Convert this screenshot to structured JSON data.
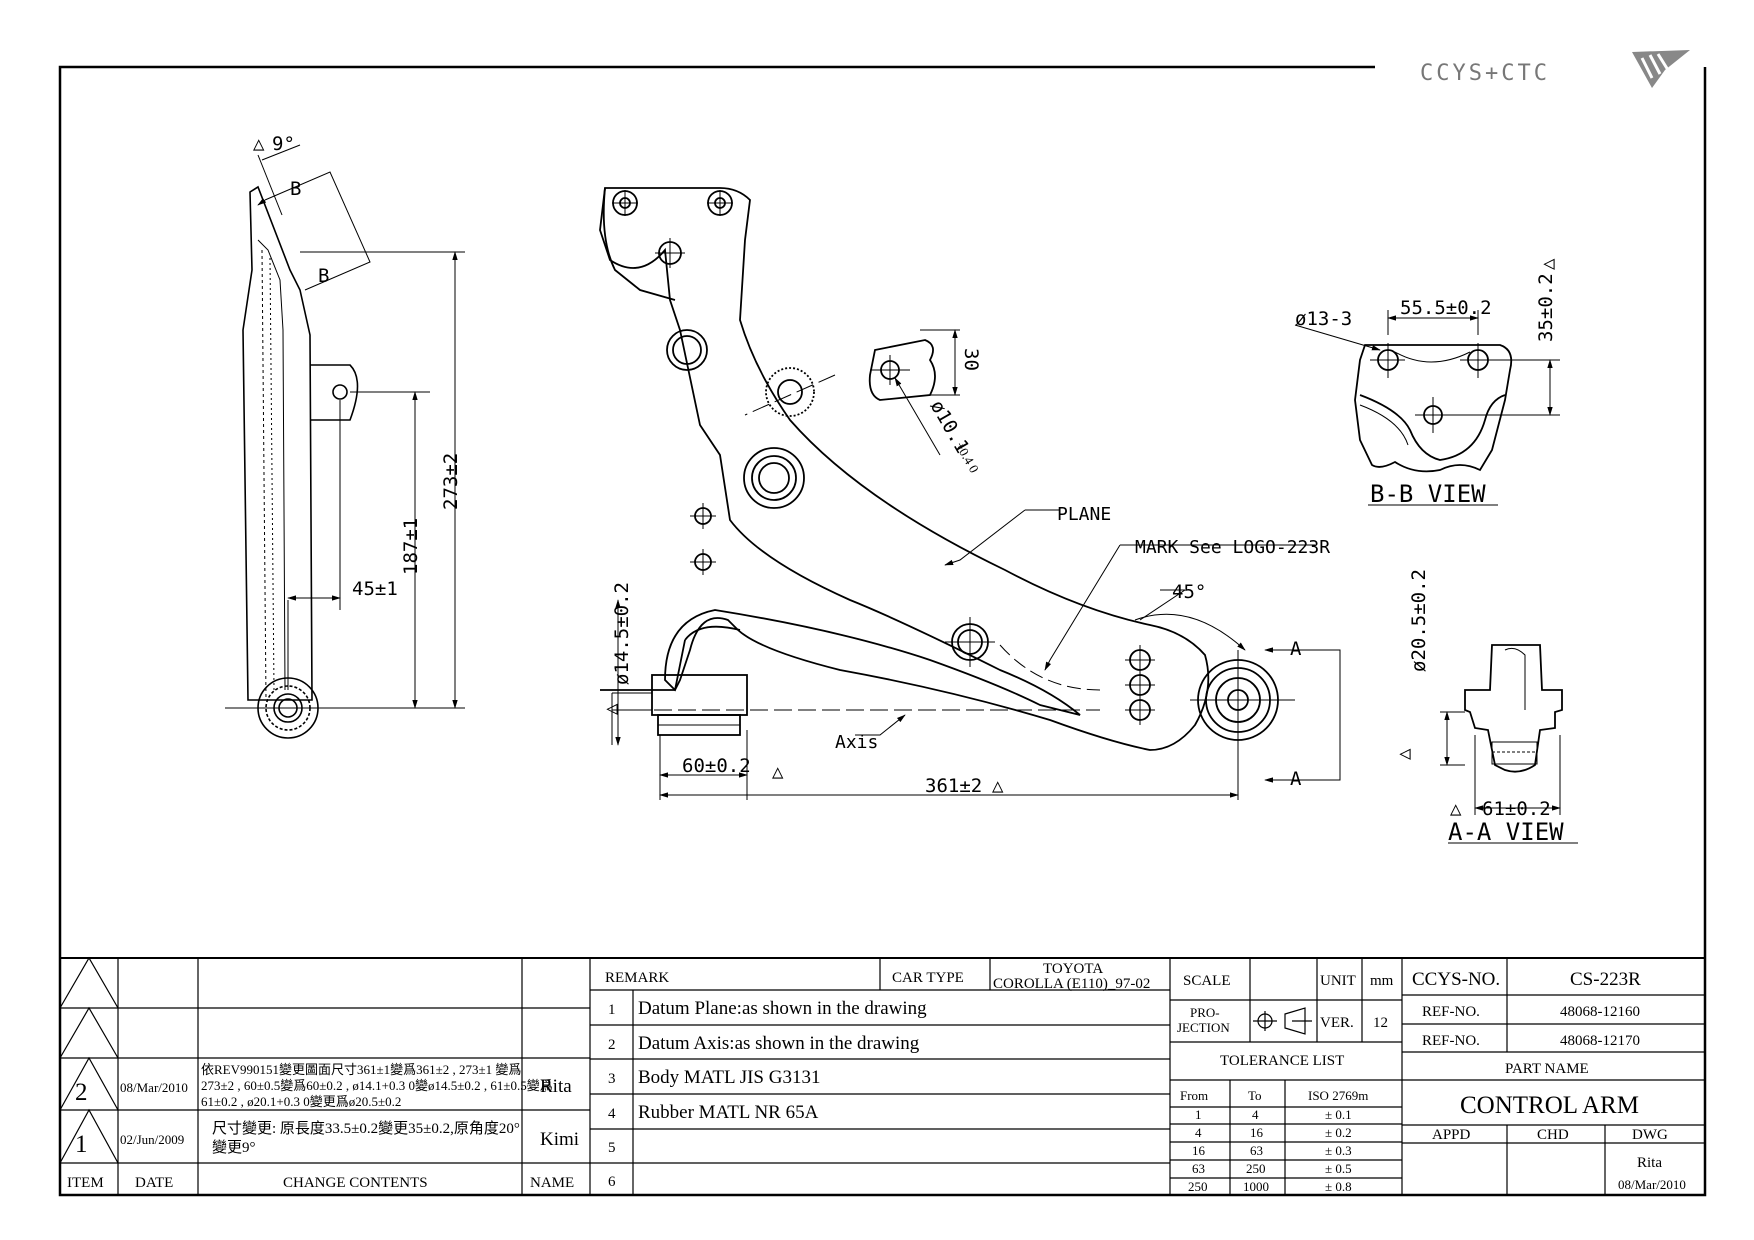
{
  "brand": {
    "logo_text": "CCYS+CTC"
  },
  "drawing": {
    "side_view": {
      "angle": "9°",
      "section_mark": "B",
      "dim_45": "45±1",
      "dim_187": "187±1",
      "dim_273": "273±2"
    },
    "main_view": {
      "dim_14_5": "ø14.5±0.2",
      "dim_60": "60±0.2",
      "dim_361": "361±2",
      "label_axis": "Axis",
      "label_plane": "PLANE",
      "label_mark": "MARK See LOGO-223R",
      "angle_45": "45°",
      "section_mark": "A",
      "detail_dim_30": "30",
      "detail_dim_10": "ø10.1",
      "detail_tol_10": "+0.4 0"
    },
    "bb_view": {
      "title": "B-B VIEW",
      "dim_13": "ø13-3",
      "dim_55": "55.5±0.2",
      "dim_35": "35±0.2"
    },
    "aa_view": {
      "title": "A-A VIEW",
      "dim_20": "ø20.5±0.2",
      "dim_61": "61±0.2"
    },
    "datum_symbol": "△"
  },
  "revisions": {
    "headers": {
      "item": "ITEM",
      "date": "DATE",
      "change": "CHANGE CONTENTS",
      "name": "NAME"
    },
    "rows": [
      {
        "item": "2",
        "date": "08/Mar/2010",
        "change_1": "依REV990151變更圖面尺寸361±1變爲361±2 , 273±1 變爲",
        "change_2": "273±2 , 60±0.5變爲60±0.2 , ø14.1+0.3 0變ø14.5±0.2 , 61±0.5變爲",
        "change_3": "61±0.2 , ø20.1+0.3 0變更爲ø20.5±0.2",
        "name": "Rita"
      },
      {
        "item": "1",
        "date": "02/Jun/2009",
        "change_1": "尺寸變更: 原長度33.5±0.2變更35±0.2,原角度20°",
        "change_2": "變更9°",
        "name": "Kimi"
      }
    ]
  },
  "remarks": {
    "header": "REMARK",
    "items": [
      {
        "no": "1",
        "text": "Datum Plane:as shown in the drawing"
      },
      {
        "no": "2",
        "text": "Datum Axis:as shown in the drawing"
      },
      {
        "no": "3",
        "text": "Body MATL JIS G3131"
      },
      {
        "no": "4",
        "text": "Rubber MATL NR 65A"
      },
      {
        "no": "5",
        "text": ""
      },
      {
        "no": "6",
        "text": ""
      }
    ]
  },
  "title_block": {
    "car_type_label": "CAR TYPE",
    "car_type_1": "TOYOTA",
    "car_type_2": "COROLLA (E110)_97-02",
    "scale_label": "SCALE",
    "unit_label": "UNIT",
    "unit_value": "mm",
    "projection_label_1": "PRO-",
    "projection_label_2": "JECTION",
    "ver_label": "VER.",
    "ver_value": "12",
    "ccys_label": "CCYS-NO.",
    "ccys_value": "CS-223R",
    "ref_label": "REF-NO.",
    "ref_1": "48068-12160",
    "ref_2": "48068-12170",
    "part_name_label": "PART NAME",
    "part_name": "CONTROL ARM",
    "appd": "APPD",
    "chd": "CHD",
    "dwg": "DWG",
    "drawer": "Rita",
    "dwg_date": "08/Mar/2010",
    "tolerance_title": "TOLERANCE LIST",
    "tol_headers": {
      "from": "From",
      "to": "To",
      "std": "ISO 2769m"
    },
    "tolerances": [
      {
        "from": "1",
        "to": "4",
        "tol": "± 0.1"
      },
      {
        "from": "4",
        "to": "16",
        "tol": "± 0.2"
      },
      {
        "from": "16",
        "to": "63",
        "tol": "± 0.3"
      },
      {
        "from": "63",
        "to": "250",
        "tol": "± 0.5"
      },
      {
        "from": "250",
        "to": "1000",
        "tol": "± 0.8"
      }
    ]
  }
}
